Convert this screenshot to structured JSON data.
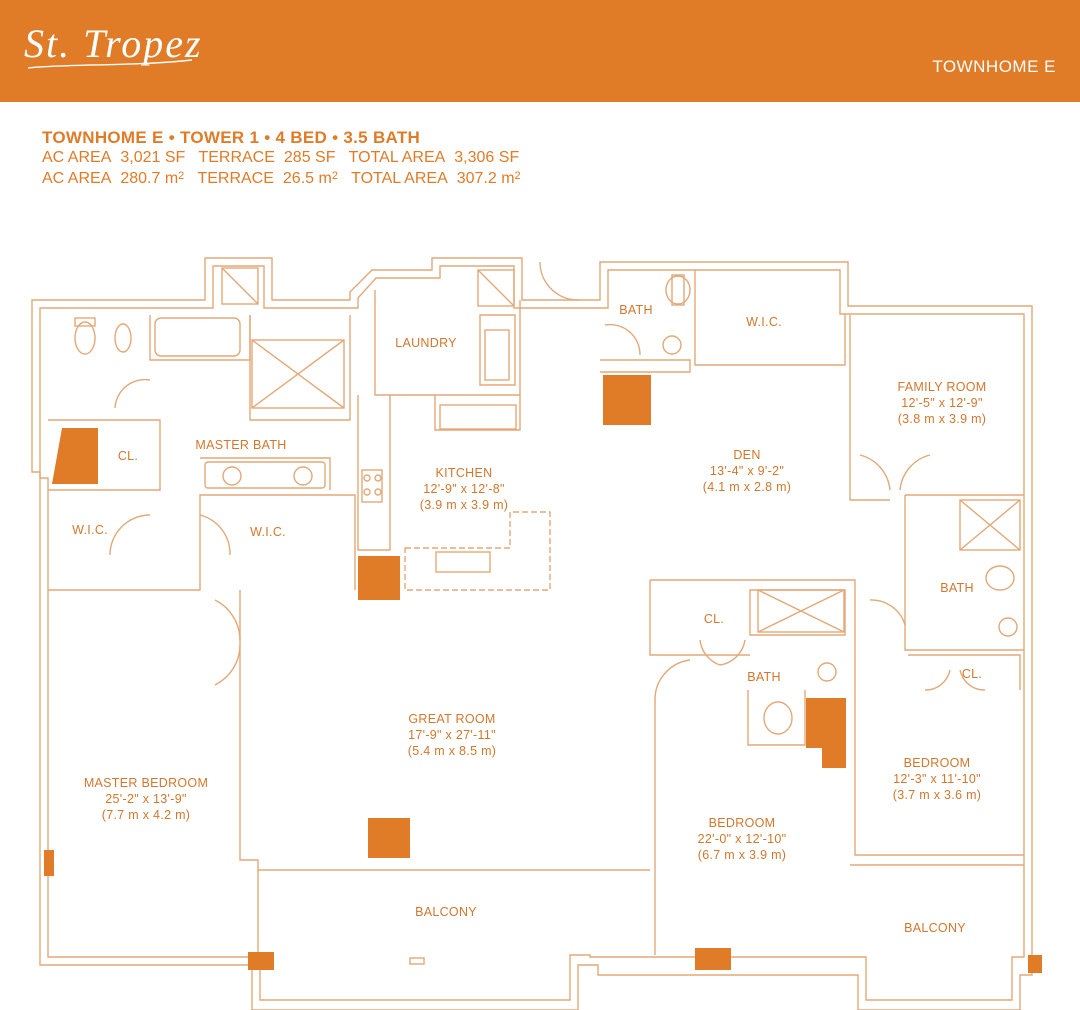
{
  "header": {
    "logo": "St. Tropez",
    "unit_title": "TOWNHOME E"
  },
  "specs": {
    "title": "TOWNHOME E • TOWER 1 • 4 BED • 3.5 BATH",
    "imperial": {
      "ac_label": "AC AREA",
      "ac_value": "3,021 SF",
      "terrace_label": "TERRACE",
      "terrace_value": "285 SF",
      "total_label": "TOTAL AREA",
      "total_value": "3,306 SF"
    },
    "metric": {
      "ac_label": "AC AREA",
      "ac_value": "280.7 m",
      "terrace_label": "TERRACE",
      "terrace_value": "26.5 m",
      "total_label": "TOTAL AREA",
      "total_value": "307.2 m",
      "unit_sup": "2"
    }
  },
  "rooms": {
    "bath_top": {
      "name": "BATH"
    },
    "wic_top": {
      "name": "W.I.C."
    },
    "laundry": {
      "name": "LAUNDRY"
    },
    "family_room": {
      "name": "FAMILY ROOM",
      "dims": "12'-5\" x 12'-9\"",
      "metric": "(3.8 m x 3.9 m)"
    },
    "cl_master": {
      "name": "CL."
    },
    "master_bath": {
      "name": "MASTER BATH"
    },
    "kitchen": {
      "name": "KITCHEN",
      "dims": "12'-9\" x 12'-8\"",
      "metric": "(3.9 m x 3.9 m)"
    },
    "den": {
      "name": "DEN",
      "dims": "13'-4\" x 9'-2\"",
      "metric": "(4.1 m x 2.8 m)"
    },
    "wic_left": {
      "name": "W.I.C."
    },
    "wic_mid": {
      "name": "W.I.C."
    },
    "bath_right": {
      "name": "BATH"
    },
    "cl_bed2": {
      "name": "CL."
    },
    "cl_bed3": {
      "name": "CL."
    },
    "bath_mid": {
      "name": "BATH"
    },
    "great_room": {
      "name": "GREAT ROOM",
      "dims": "17'-9\" x 27'-11\"",
      "metric": "(5.4 m x 8.5 m)"
    },
    "bedroom_right": {
      "name": "BEDROOM",
      "dims": "12'-3\" x 11'-10\"",
      "metric": "(3.7 m x 3.6 m)"
    },
    "master_bedroom": {
      "name": "MASTER BEDROOM",
      "dims": "25'-2\" x 13'-9\"",
      "metric": "(7.7 m x 4.2 m)"
    },
    "bedroom_mid": {
      "name": "BEDROOM",
      "dims": "22'-0\" x 12'-10\"",
      "metric": "(6.7 m x 3.9 m)"
    },
    "balcony_main": {
      "name": "BALCONY"
    },
    "balcony_right": {
      "name": "BALCONY"
    }
  },
  "colors": {
    "brand": "#e07b28",
    "line": "#e3a878"
  }
}
